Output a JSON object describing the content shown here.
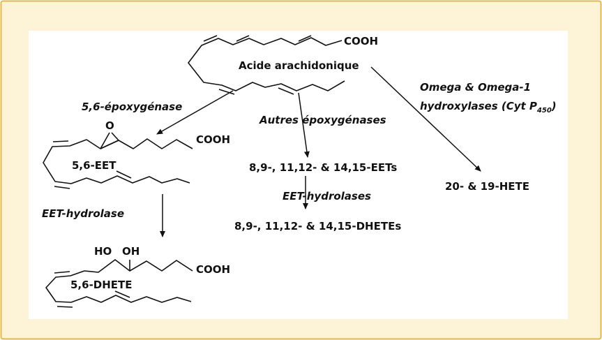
{
  "colors": {
    "panel_bg": "#fdf4d7",
    "panel_border": "#e0b84c",
    "stroke": "#111111",
    "inner_bg": "#ffffff"
  },
  "molecules": {
    "arachidonic": {
      "acid_group": "COOH",
      "name": "Acide arachidonique"
    },
    "eet56": {
      "epoxide_o": "O",
      "acid_group": "COOH",
      "name": "5,6-EET"
    },
    "dhete56": {
      "ho": "HO",
      "oh": "OH",
      "acid_group": "COOH",
      "name": "5,6-DHETE"
    }
  },
  "enzymes": {
    "epox56": "5,6-époxygénase",
    "other_epox": "Autres époxygénases",
    "omega_line1": "Omega & Omega-1",
    "omega_line2_prefix": "hydroxylases (Cyt P",
    "omega_sub": "450",
    "omega_line2_suffix": ")",
    "eet_hydrolase": "EET-hydrolase",
    "eet_hydrolases": "EET-hydrolases"
  },
  "products": {
    "eets": "8,9-, 11,12- & 14,15-EETs",
    "dhetes": "8,9-, 11,12- & 14,15-DHETEs",
    "hete": "20- & 19-HETE"
  }
}
